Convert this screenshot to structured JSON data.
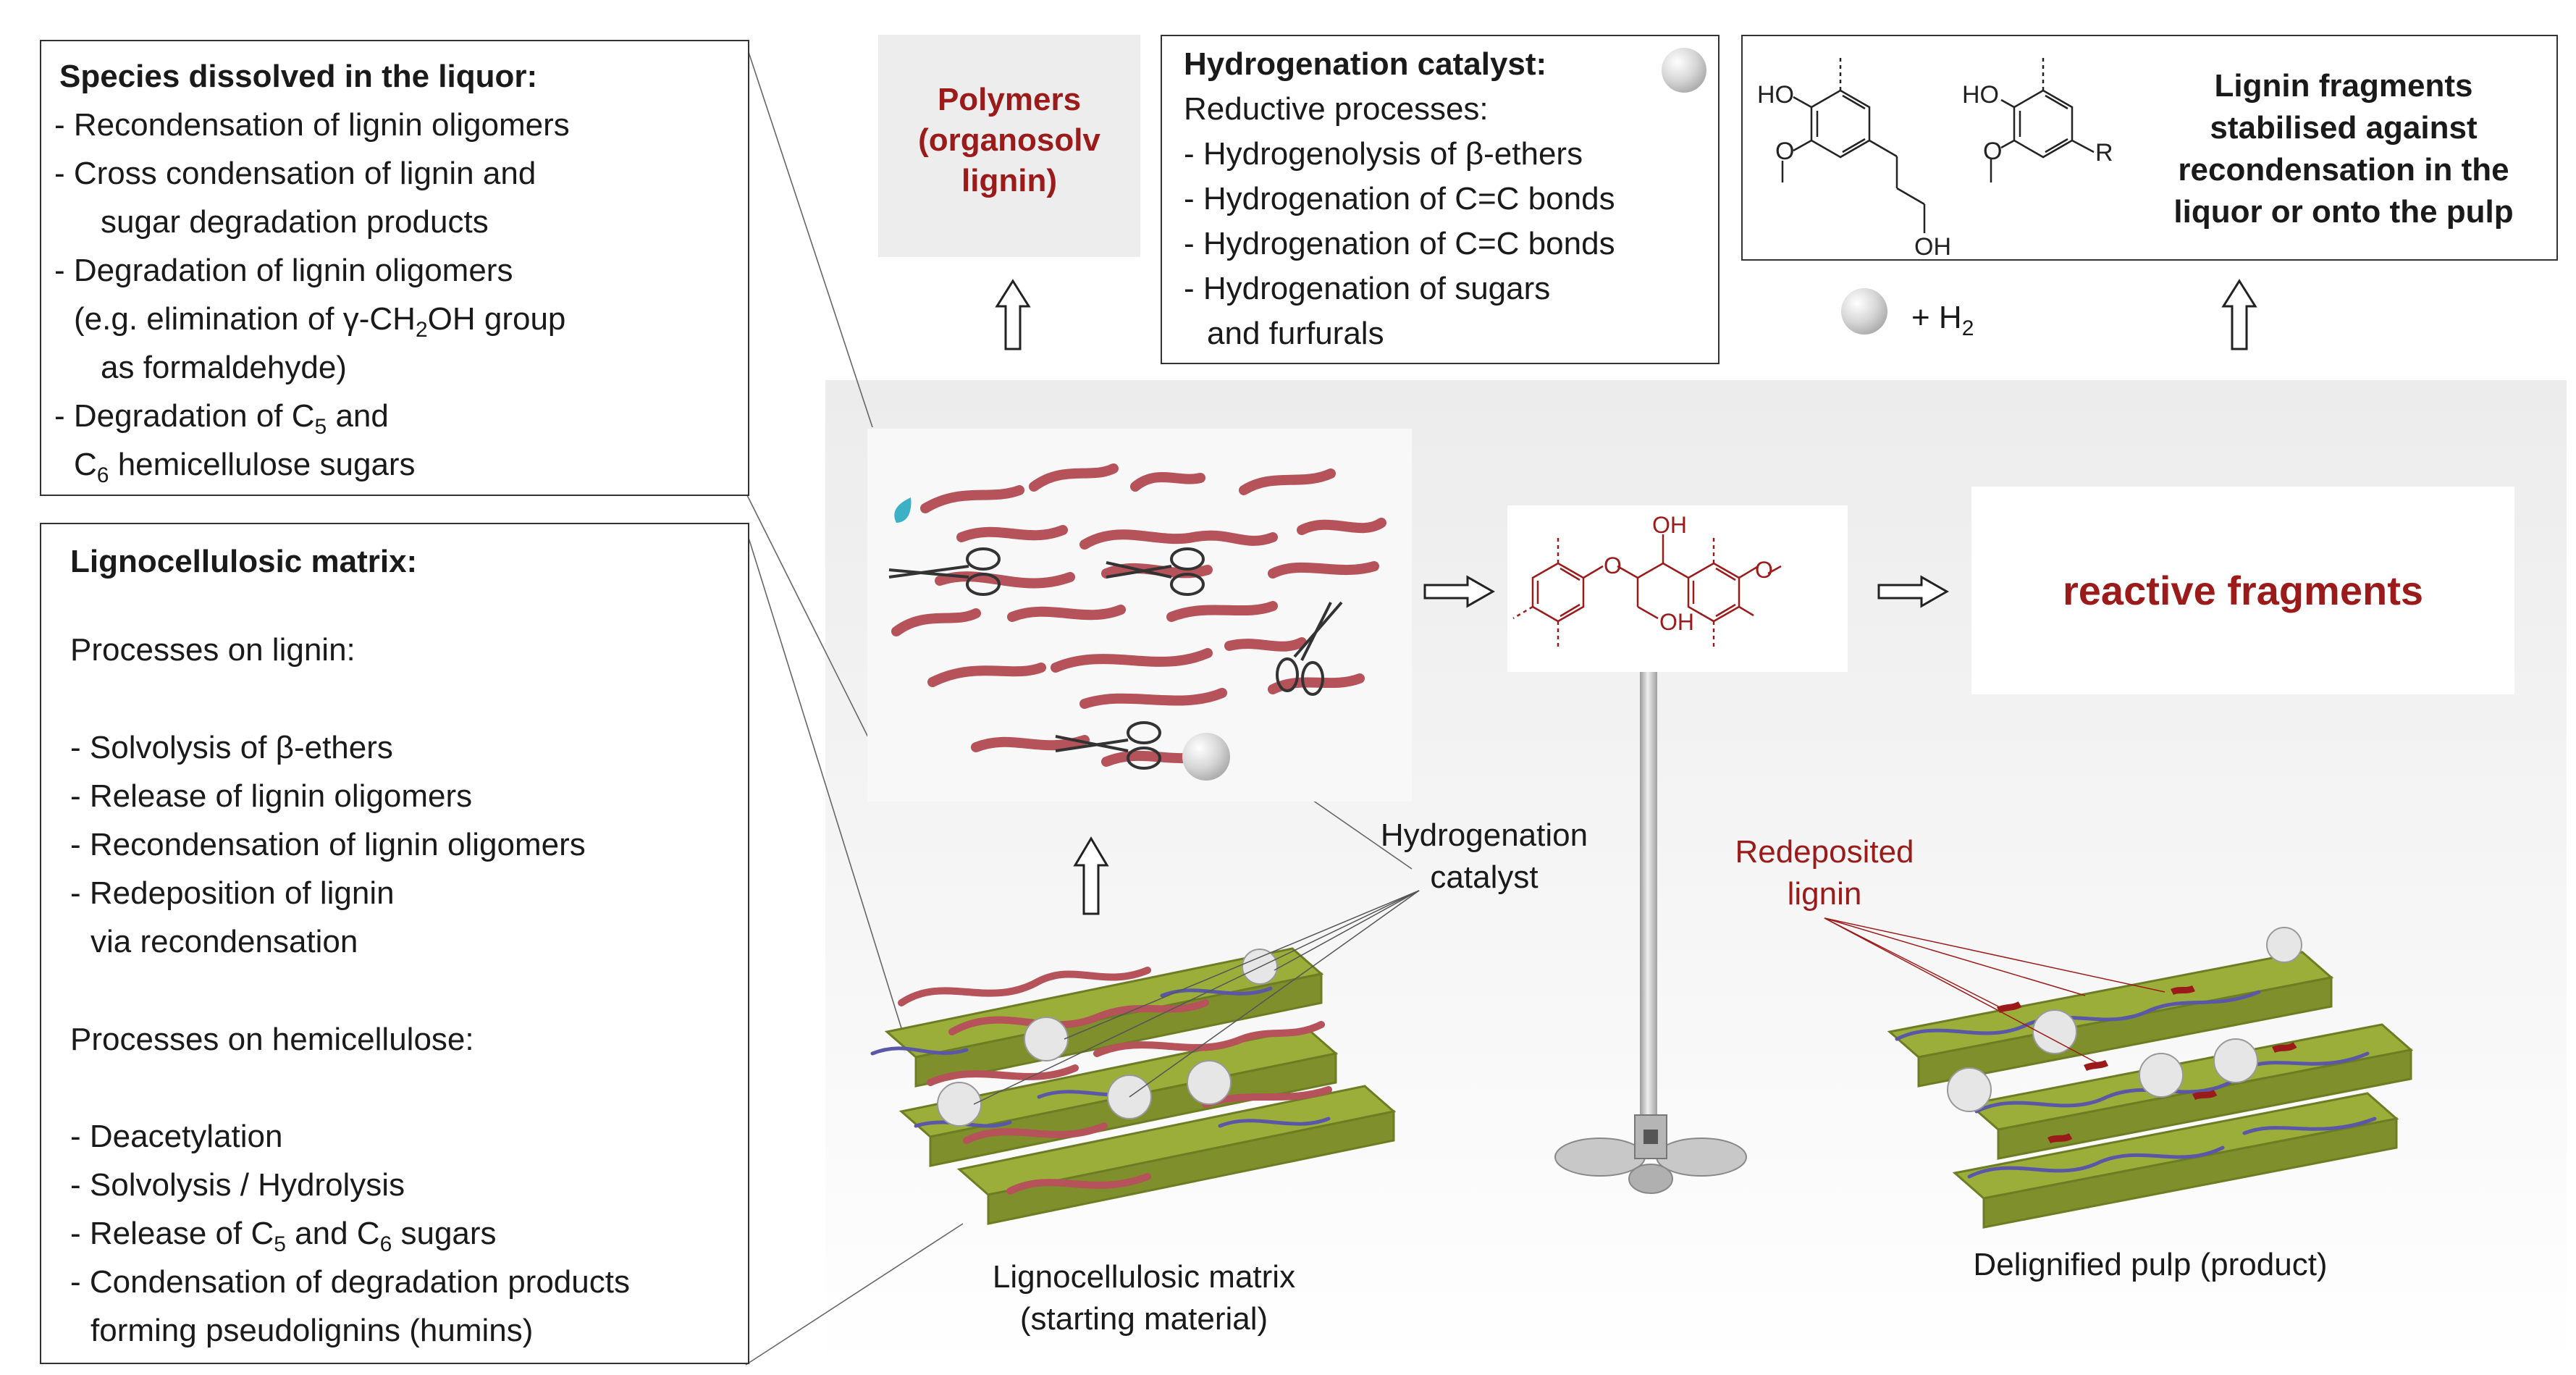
{
  "species_box": {
    "title": "Species dissolved in the liquor:",
    "lines": [
      "- Recondensation of lignin oligomers",
      "- Cross condensation of lignin and",
      "sugar degradation products",
      "- Degradation of lignin oligomers",
      "(e.g. elimination of γ-CH",
      "OH group",
      "as formaldehyde)",
      "- Degradation of C",
      " and",
      "C",
      " hemicellulose sugars"
    ],
    "sub2": "2",
    "sub5": "5",
    "sub6": "6"
  },
  "matrix_box": {
    "title": "Lignocellulosic matrix:",
    "lignin_header": "Processes on lignin:",
    "lignin_lines": [
      "- Solvolysis of β-ethers",
      "- Release of lignin oligomers",
      "- Recondensation of lignin oligomers",
      "- Redeposition of lignin",
      "via recondensation"
    ],
    "hemi_header": "Processes on hemicellulose:",
    "hemi_lines": [
      "- Deacetylation",
      "- Solvolysis / Hydrolysis",
      "- Release of C",
      " and C",
      " sugars",
      "- Condensation of degradation products",
      "forming pseudolignins (humins)"
    ],
    "sub5": "5",
    "sub6": "6"
  },
  "polymers_box": {
    "line1": "Polymers",
    "line2": "(organosolv",
    "line3": "lignin)"
  },
  "hydrogenation_box": {
    "title": "Hydrogenation catalyst:",
    "lines": [
      "Reductive processes:",
      "- Hydrogenolysis of β-ethers",
      "- Hydrogenation of C=C bonds",
      "- Hydrogenation of C=C bonds",
      "- Hydrogenation of sugars",
      "and furfurals"
    ]
  },
  "stabilised_box": {
    "lines": [
      "Lignin fragments",
      "stabilised  against",
      "recondensation in the",
      "liquor or onto the pulp"
    ],
    "mol1_labels": {
      "ho": "HO",
      "oh": "OH"
    },
    "mol2_labels": {
      "ho": "HO",
      "r": "R"
    }
  },
  "h2_label": {
    "plus": "+ H",
    "sub": "2"
  },
  "dimer_labels": {
    "oh_top": "OH",
    "oh_bottom": "OH"
  },
  "reactive_fragments": "reactive fragments",
  "hydrogenation_catalyst_label": {
    "line1": "Hydrogenation",
    "line2": "catalyst"
  },
  "redeposited_label": {
    "line1": "Redeposited",
    "line2": "lignin"
  },
  "matrix_caption": {
    "line1": "Lignocellulosic matrix",
    "line2": "(starting material)"
  },
  "pulp_caption": "Delignified pulp (product)",
  "colors": {
    "lignin_red": "#9b1b1b",
    "strand_red": "#b5525a",
    "fiber_green": "#9cae3a",
    "hemi_blue": "#5a57a8",
    "panel_gray": "#efefef"
  }
}
